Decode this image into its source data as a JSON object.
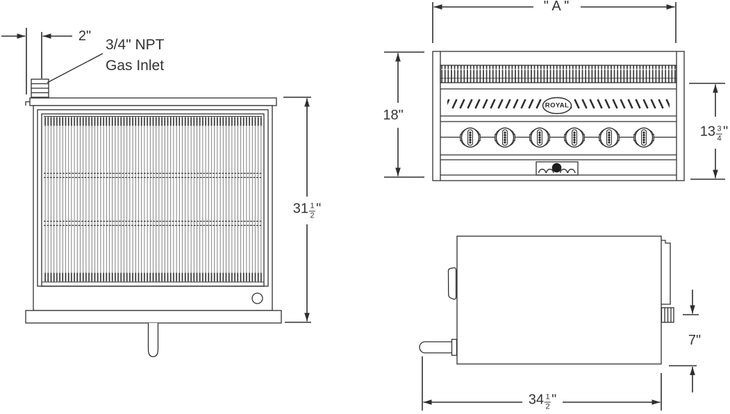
{
  "drawing": {
    "title": "charbroiler-spec-drawing",
    "brand_logo": "ROYAL",
    "colors": {
      "line": "#2e2e2e",
      "grate": "#555555",
      "text": "#333333",
      "background": "#ffffff"
    },
    "views": {
      "top": "top-view",
      "front": "front-view",
      "side": "side-view"
    },
    "knob_count": 6
  },
  "annotations": {
    "gas_inlet_offset": "2\"",
    "gas_inlet_note_line1": "3/4\" NPT",
    "gas_inlet_note_line2": "Gas Inlet",
    "overall_width": "\" A \"",
    "front_height": "18\"",
    "top_depth": {
      "whole": "31",
      "numerator": "1",
      "denominator": "2",
      "unit": "\""
    },
    "burner_section_height": {
      "whole": "13",
      "numerator": "3",
      "denominator": "4",
      "unit": "\""
    },
    "gas_inlet_height": "7\"",
    "side_depth": {
      "whole": "34",
      "numerator": "1",
      "denominator": "2",
      "unit": "\""
    }
  }
}
